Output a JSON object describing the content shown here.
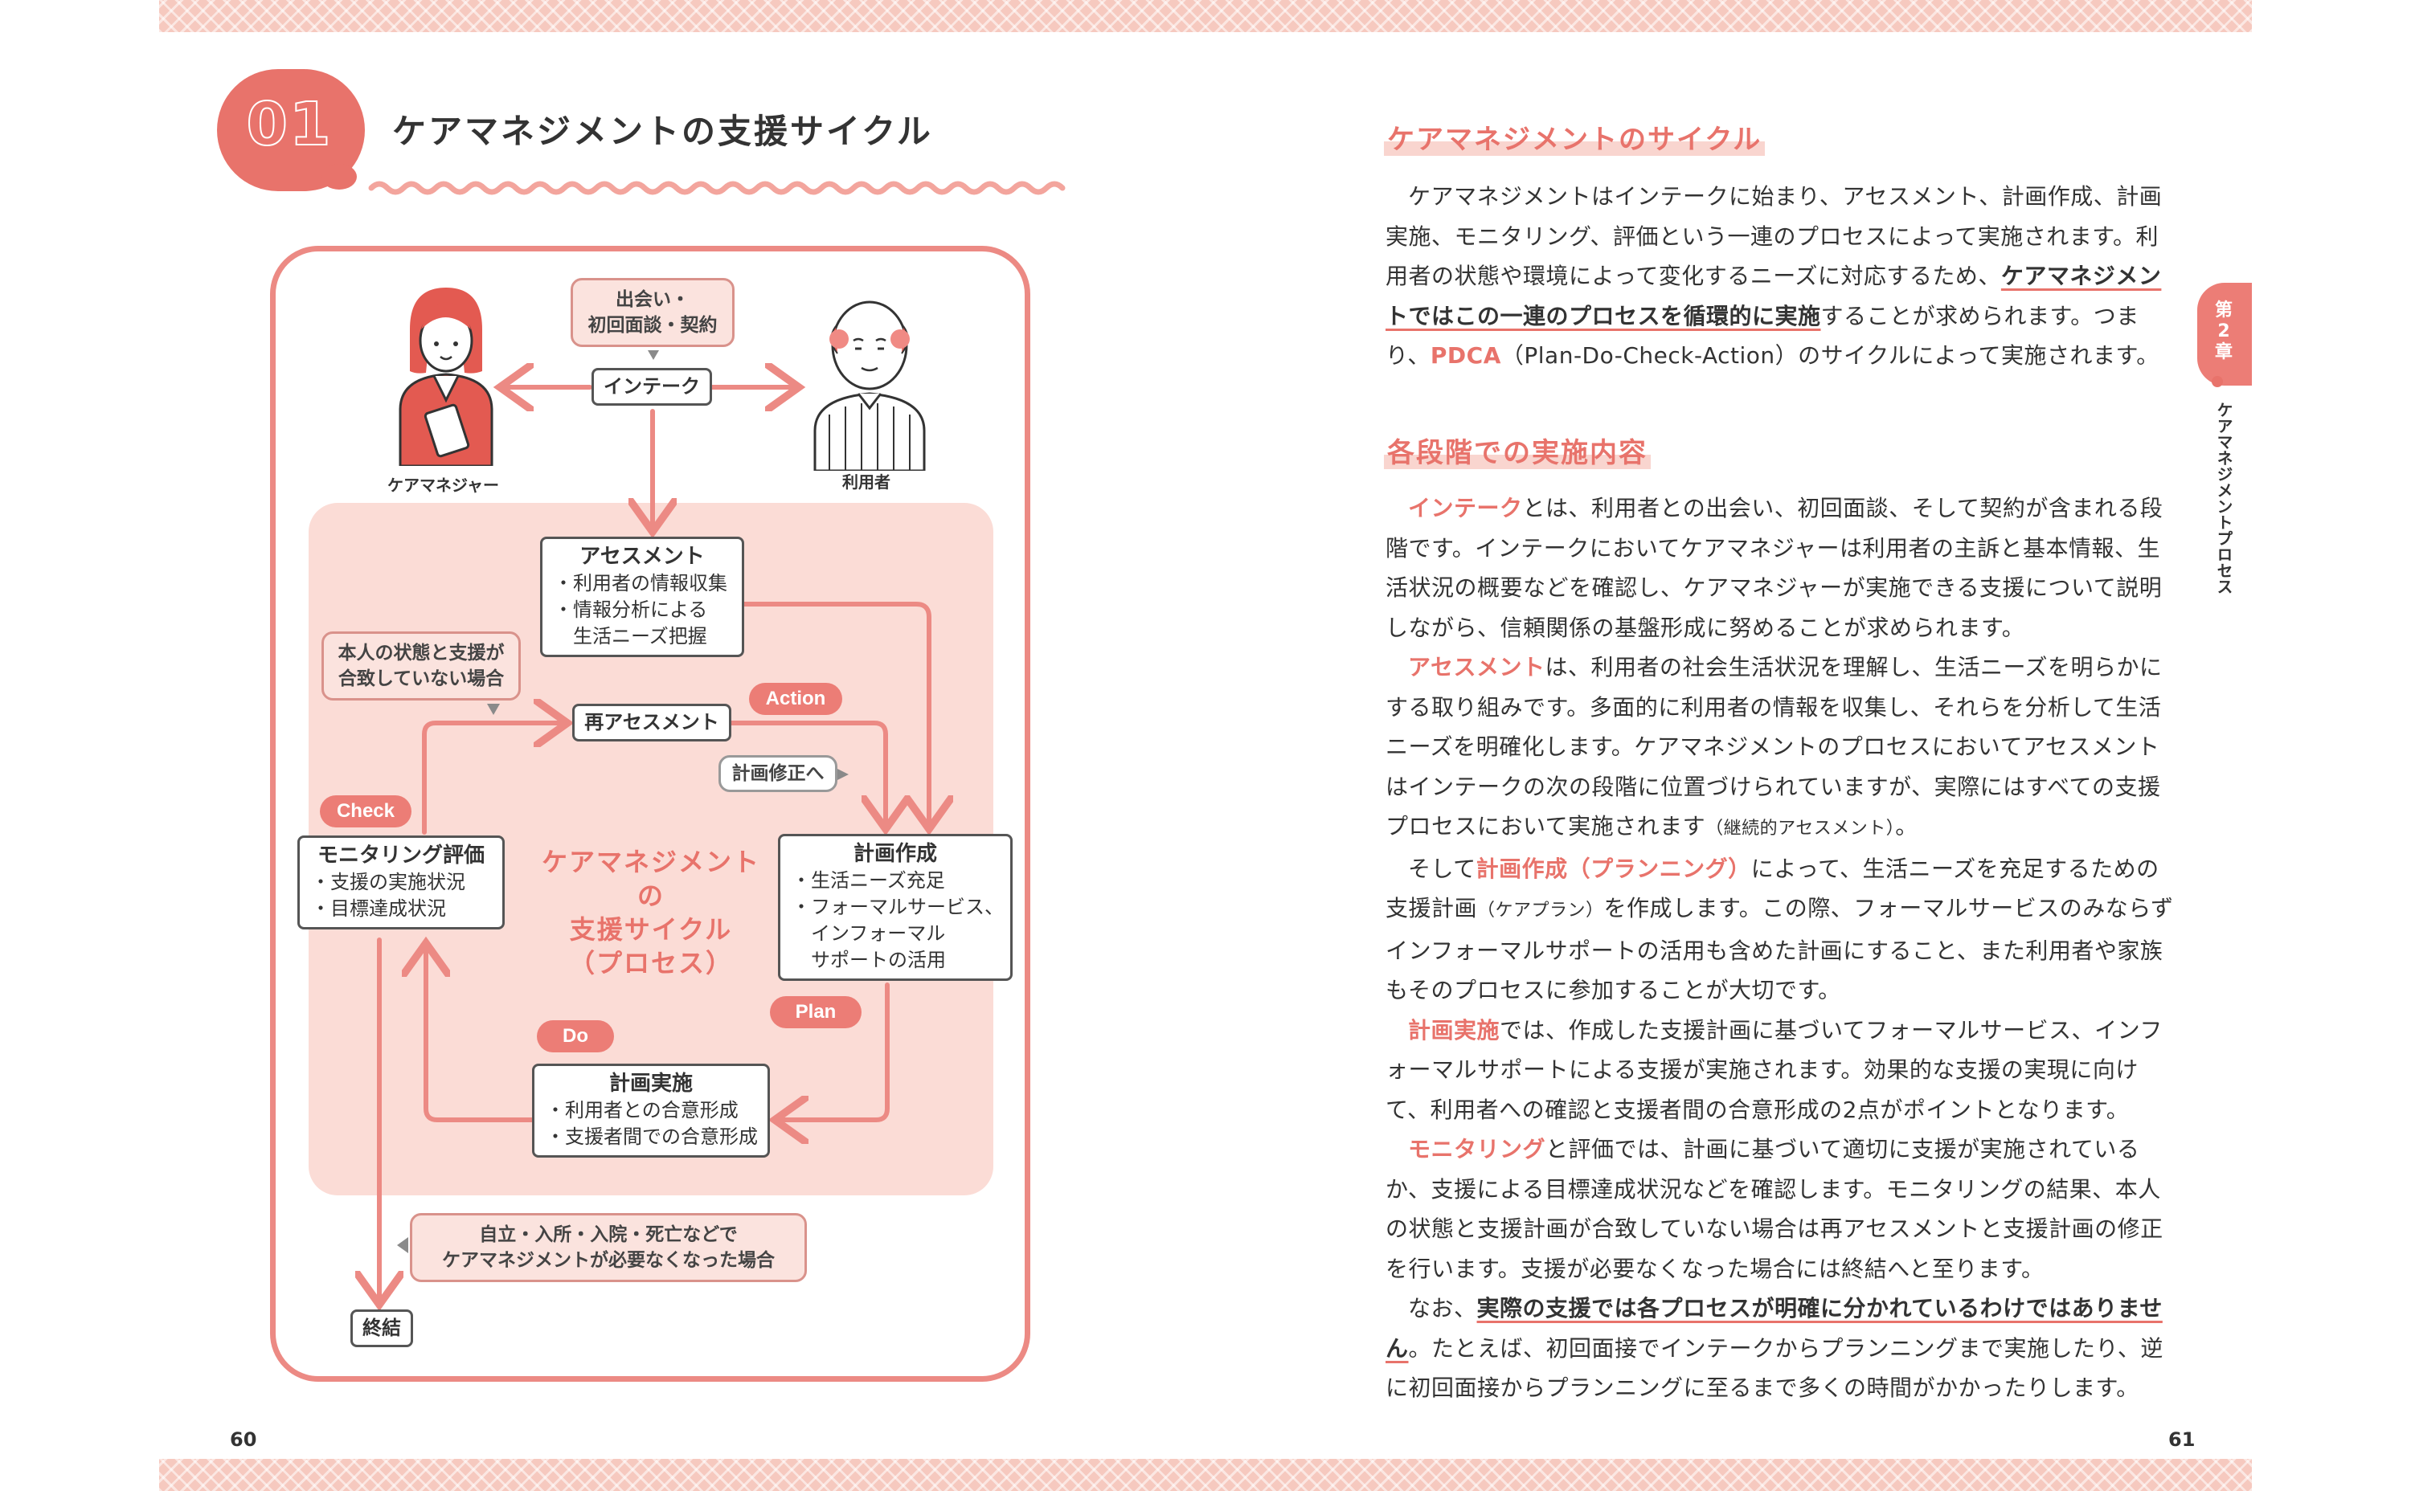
{
  "left_page": {
    "chapter_number": "01",
    "title": "ケアマネジメントの支援サイクル",
    "page_number": "60"
  },
  "diagram": {
    "care_manager_label": "ケアマネジャー",
    "user_label": "利用者",
    "meeting_note": [
      "出会い・",
      "初回面談・契約"
    ],
    "intake": "インテーク",
    "assessment": {
      "title": "アセスメント",
      "items": [
        "・利用者の情報収集",
        "・情報分析による",
        "　生活ニーズ把握"
      ]
    },
    "mismatch_note": [
      "本人の状態と支援が",
      "合致していない場合"
    ],
    "reassessment": "再アセスメント",
    "action_label": "Action",
    "plan_revision": "計画修正へ",
    "check_label": "Check",
    "monitoring": {
      "title": "モニタリング評価",
      "items": [
        "・支援の実施状況",
        "・目標達成状況"
      ]
    },
    "center_label": [
      "ケアマネジメントの",
      "支援サイクル",
      "（プロセス）"
    ],
    "planning": {
      "title": "計画作成",
      "items": [
        "・生活ニーズ充足",
        "・フォーマルサービス、",
        "　インフォーマル",
        "　サポートの活用"
      ]
    },
    "plan_label": "Plan",
    "do_label": "Do",
    "implementation": {
      "title": "計画実施",
      "items": [
        "・利用者との合意形成",
        "・支援者間での合意形成"
      ]
    },
    "end_note": [
      "自立・入所・入院・死亡などで",
      "ケアマネジメントが必要なくなった場合"
    ],
    "termination": "終結"
  },
  "right_page": {
    "page_number": "61",
    "chapter_tab": [
      "第",
      "2",
      "章"
    ],
    "chapter_side_title": "ケアマネジメントプロセス",
    "section1": {
      "heading": "ケアマネジメントのサイクル",
      "p1_a": "ケアマネジメントはインテークに始まり、アセスメント、計画作成、計画実施、モニタリング、評価という一連のプロセスによって実施されます。利用者の状態や環境によって変化するニーズに対応するため、",
      "p1_ul": "ケアマネジメントではこの一連のプロセスを循環的に実施",
      "p1_b": "することが求められます。つまり、",
      "p1_kw": "PDCA",
      "p1_c": "（Plan-Do-Check-Action）のサイクルによって実施されます。"
    },
    "section2": {
      "heading": "各段階での実施内容",
      "p1_kw": "インテーク",
      "p1": "とは、利用者との出会い、初回面談、そして契約が含まれる段階です。インテークにおいてケアマネジャーは利用者の主訴と基本情報、生活状況の概要などを確認し、ケアマネジャーが実施できる支援について説明しながら、信頼関係の基盤形成に努めることが求められます。",
      "p2_kw": "アセスメント",
      "p2": "は、利用者の社会生活状況を理解し、生活ニーズを明らかにする取り組みです。多面的に利用者の情報を収集し、それらを分析して生活ニーズを明確化します。ケアマネジメントのプロセスにおいてアセスメントはインテークの次の段階に位置づけられていますが、実際にはすべての支援プロセスにおいて実施されます",
      "p2_small": "（継続的アセスメント）",
      "p2_end": "。",
      "p3_a": "そして",
      "p3_kw": "計画作成（プランニング）",
      "p3_b": "によって、生活ニーズを充足するための支援計画",
      "p3_small": "（ケアプラン）",
      "p3_c": "を作成します。この際、フォーマルサービスのみならずインフォーマルサポートの活用も含めた計画にすること、また利用者や家族もそのプロセスに参加することが大切です。",
      "p4_kw": "計画実施",
      "p4": "では、作成した支援計画に基づいてフォーマルサービス、インフォーマルサポートによる支援が実施されます。効果的な支援の実現に向けて、利用者への確認と支援者間の合意形成の2点がポイントとなります。",
      "p5_kw": "モニタリング",
      "p5": "と評価では、計画に基づいて適切に支援が実施されているか、支援による目標達成状況などを確認します。モニタリングの結果、本人の状態と支援計画が合致していない場合は再アセスメントと支援計画の修正を行います。支援が必要なくなった場合には終結へと至ります。",
      "p6_a": "なお、",
      "p6_ul": "実際の支援では各プロセスが明確に分かれているわけではありません",
      "p6_b": "。たとえば、初回面接でインテークからプランニングまで実施したり、逆に初回面接からプランニングに至るまで多くの時間がかかったりします。"
    }
  },
  "colors": {
    "accent": "#e8736b",
    "panel": "#fbdcd6",
    "band": "#f6c9bf"
  }
}
